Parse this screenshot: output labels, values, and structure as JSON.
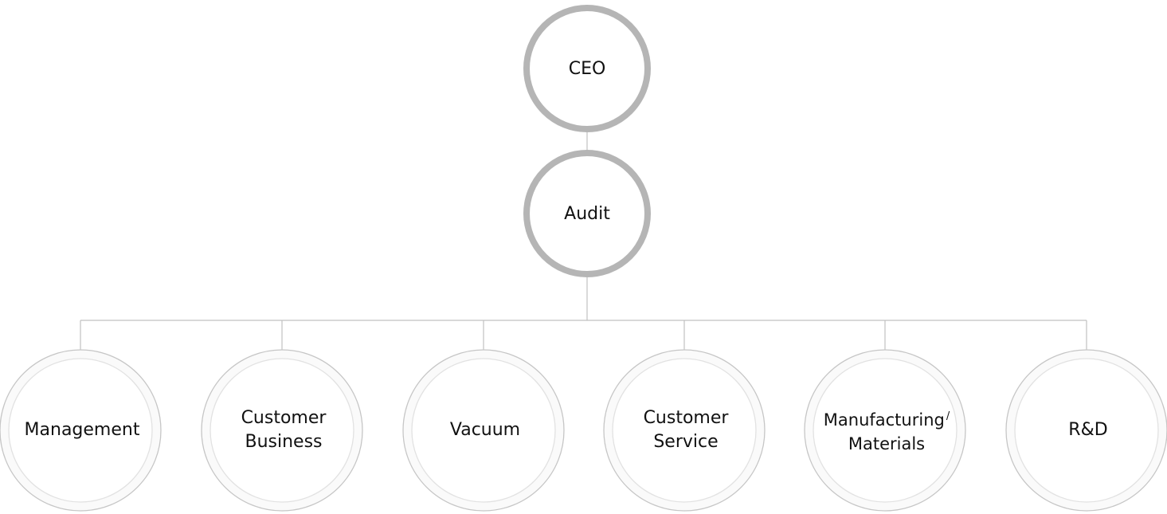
{
  "diagram": {
    "type": "org-chart",
    "root": {
      "label": "CEO"
    },
    "second": {
      "label": "Audit"
    },
    "departments": [
      {
        "lines": [
          "Management"
        ]
      },
      {
        "lines": [
          "Customer",
          "Business"
        ]
      },
      {
        "lines": [
          "Vacuum"
        ]
      },
      {
        "lines": [
          "Customer",
          "Service"
        ]
      },
      {
        "lines": [
          "Manufacturing",
          "Materials"
        ],
        "separator": "/"
      },
      {
        "lines": [
          "R&D"
        ]
      }
    ],
    "colors": {
      "top_ring": "#b5b5b5",
      "connector": "#c0c0c0",
      "child_outer_ring": "#c6c6c6",
      "child_inner_ring": "#e2e2e2",
      "text": "#111111"
    }
  }
}
